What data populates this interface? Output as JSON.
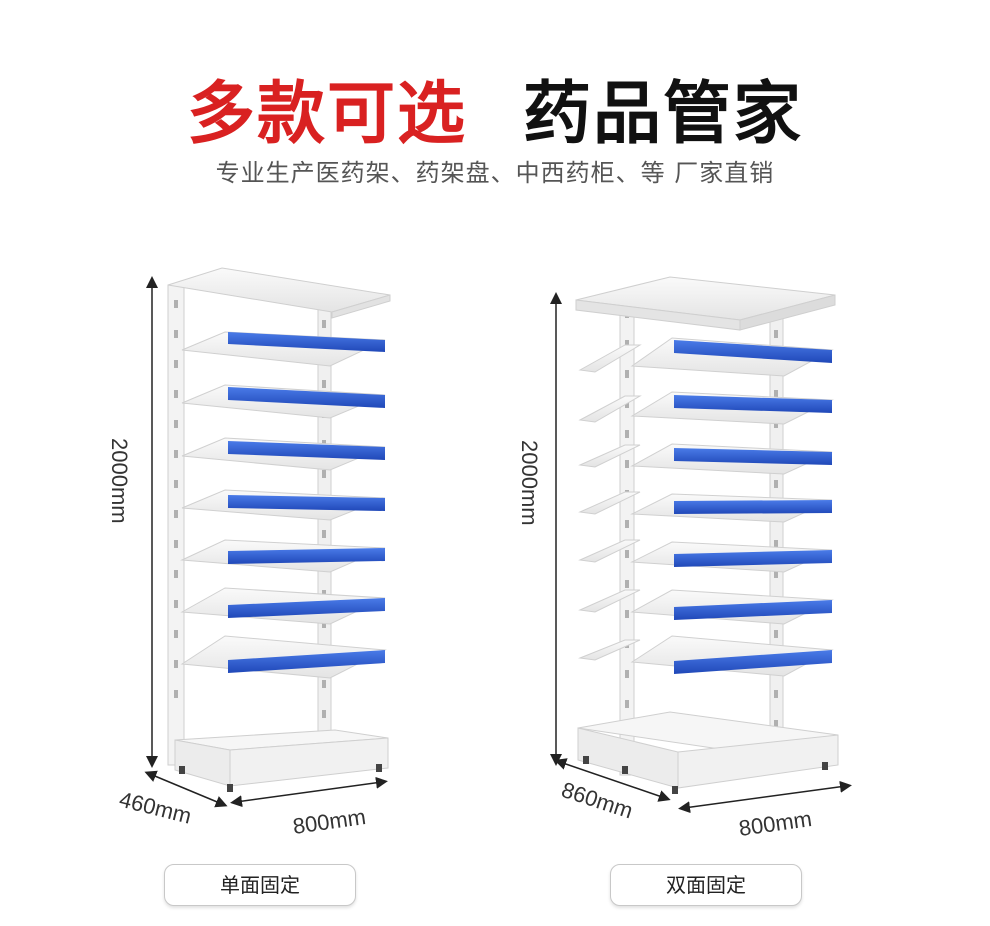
{
  "header": {
    "title_red": "多款可选",
    "title_black": "药品管家",
    "subtitle": "专业生产医药架、药架盘、中西药柜、等  厂家直销"
  },
  "products": [
    {
      "caption": "单面固定",
      "height_label": "2000mm",
      "depth_label": "460mm",
      "width_label": "800mm"
    },
    {
      "caption": "双面固定",
      "height_label": "2000mm",
      "depth_label": "860mm",
      "width_label": "800mm"
    }
  ],
  "colors": {
    "accent_red": "#d92121",
    "shelf_blue": "#2f5fd0",
    "frame_white": "#f2f2f2"
  }
}
